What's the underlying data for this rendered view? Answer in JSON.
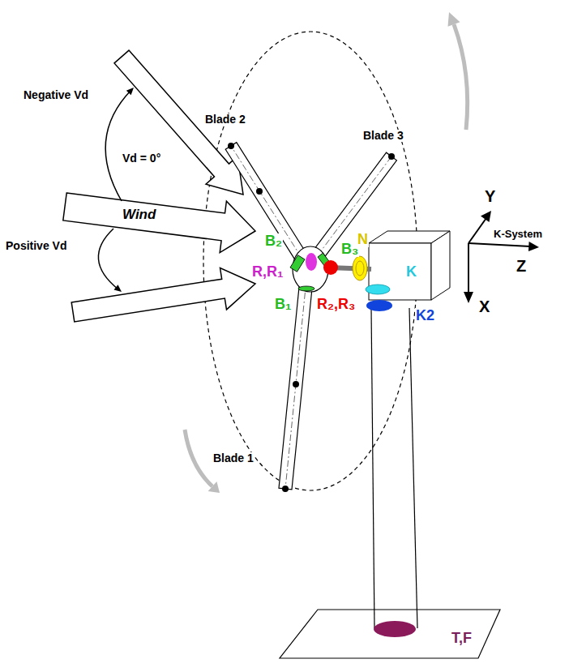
{
  "diagram": {
    "labels": [
      "Blade 2",
      "Blade 3",
      "Negative Vd",
      "Vd = 0°",
      "Wind",
      "Positive Vd",
      "B₂",
      "B₃",
      "R,R₁",
      "N",
      "K",
      "B₁",
      "R₂,R₃",
      "K2",
      "Y",
      "K-System",
      "Z",
      "X",
      "Blade 1",
      "T,F"
    ]
  }
}
